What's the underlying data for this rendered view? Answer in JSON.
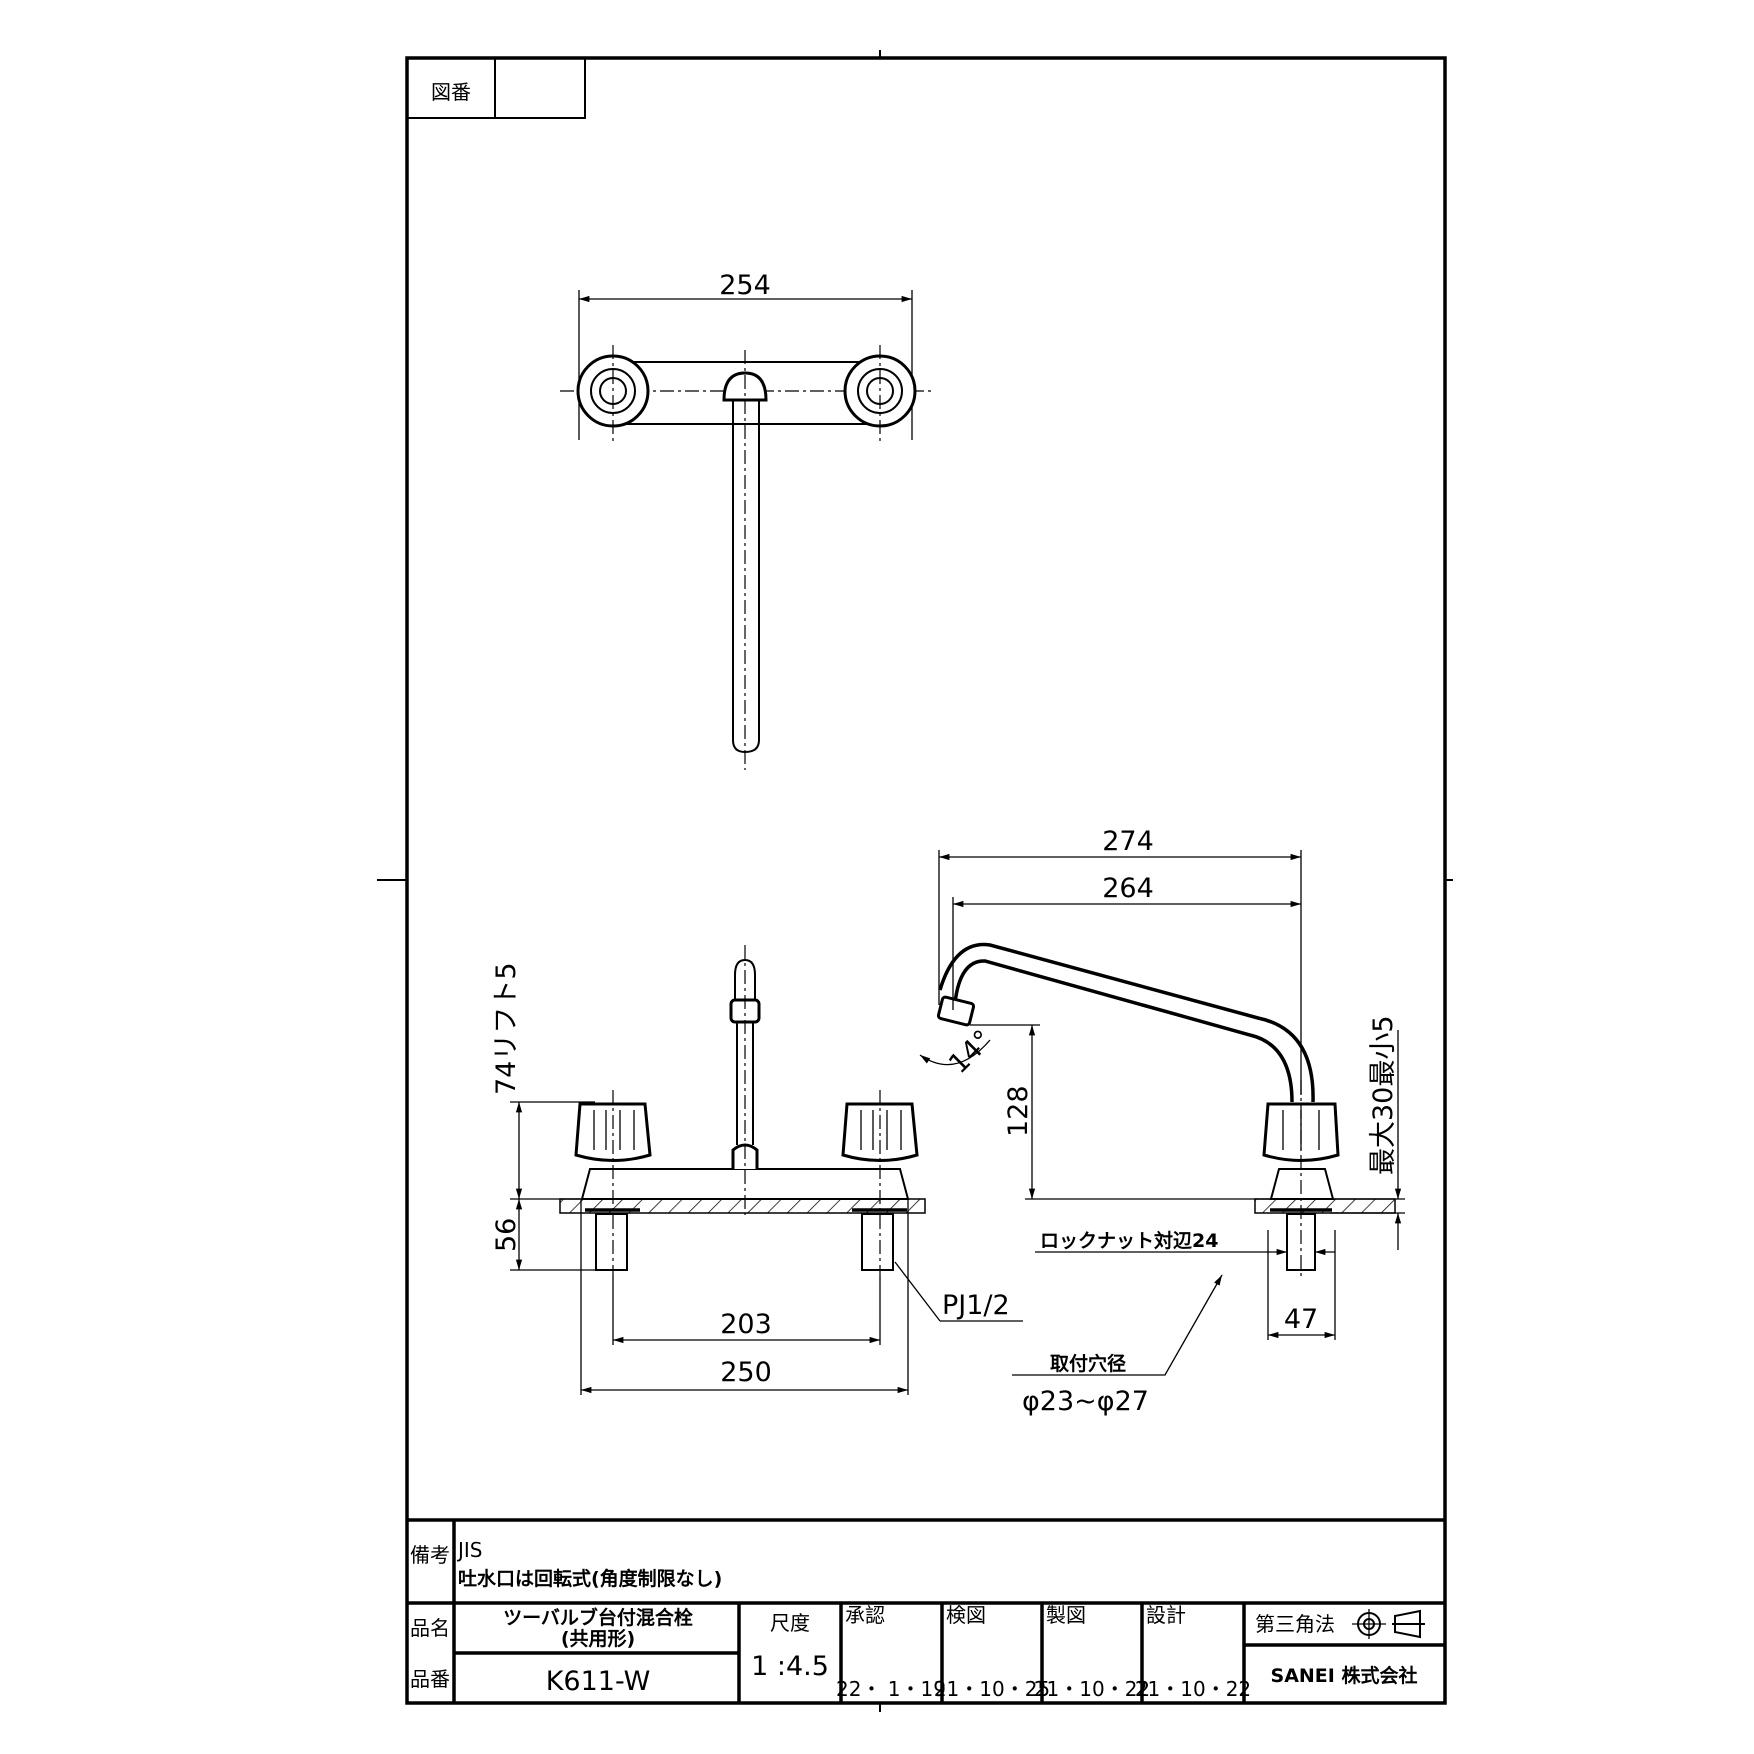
{
  "header": {
    "drawing_no_label": "図番",
    "drawing_no_value": ""
  },
  "top_view": {
    "dim_width": "254"
  },
  "front_view": {
    "dim_handle_lift": "74リフト5",
    "dim_below_deck": "56",
    "dim_pitch": "203",
    "dim_base_width": "250",
    "thread": "PJ1/2"
  },
  "side_view": {
    "dim_reach_outer": "274",
    "dim_reach_inner": "264",
    "dim_spout_height": "128",
    "angle": "14°",
    "deck_thickness": "最大30最小5",
    "locknut": "ロックナット対辺24",
    "dim_base_dia": "47",
    "hole_label": "取付穴径",
    "hole_range": "φ23~φ27"
  },
  "title_block": {
    "remarks_label": "備考",
    "remarks_line1": "JIS",
    "remarks_line2": "吐水口は回転式(角度制限なし)",
    "name_label": "品名",
    "name_line1": "ツーバルブ台付混合栓",
    "name_line2": "(共用形)",
    "number_label": "品番",
    "number": "K611-W",
    "scale_label": "尺度",
    "scale": "1 :4.5",
    "approval_label": "承認",
    "approval_date": "22・ 1・19",
    "check_label": "検図",
    "check_date": "21・10・25",
    "draft_label": "製図",
    "draft_date": "21・10・22",
    "design_label": "設計",
    "design_date": "21・10・22",
    "projection": "第三角法",
    "company": "SANEI 株式会社"
  }
}
